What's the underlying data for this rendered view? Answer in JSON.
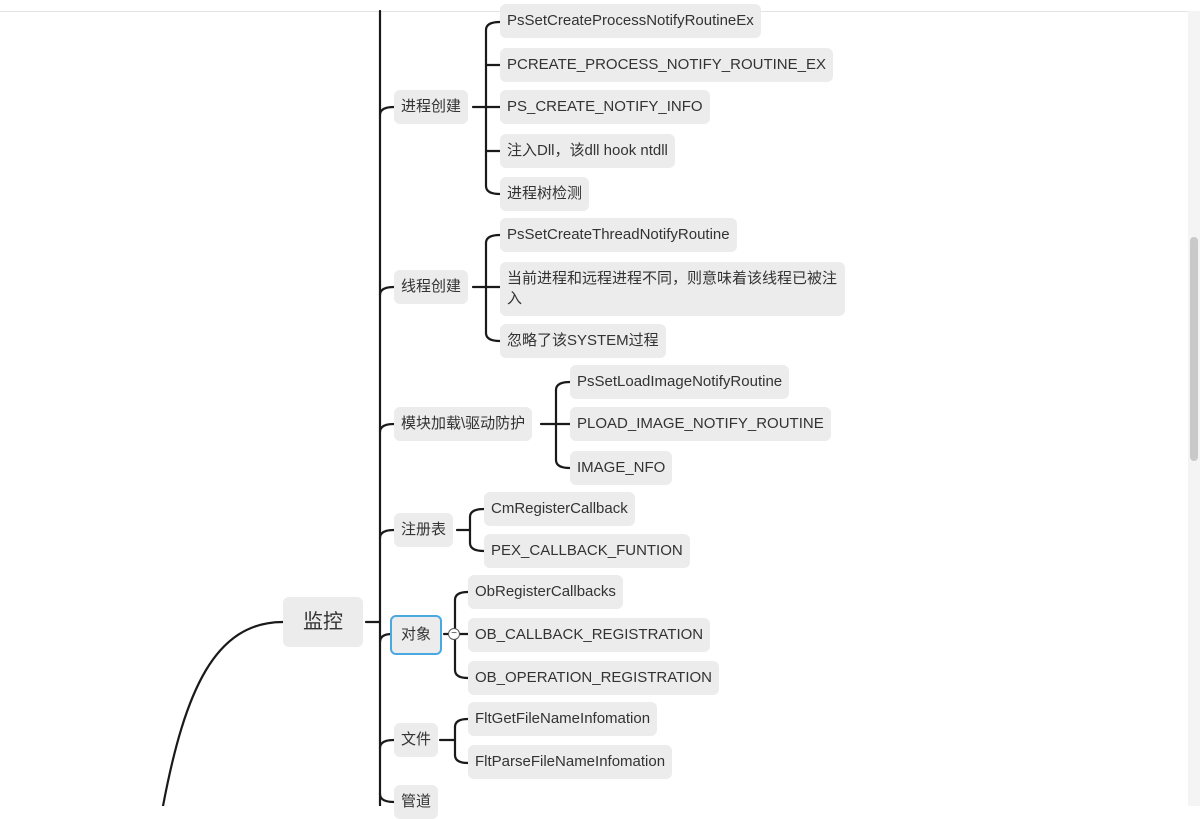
{
  "mindmap": {
    "root": "监控",
    "branches": [
      {
        "label": "进程创建",
        "children": [
          "PsSetCreateProcessNotifyRoutineEx",
          "PCREATE_PROCESS_NOTIFY_ROUTINE_EX",
          "PS_CREATE_NOTIFY_INFO",
          "注入Dll，该dll hook ntdll",
          "进程树检测"
        ]
      },
      {
        "label": "线程创建",
        "children": [
          "PsSetCreateThreadNotifyRoutine",
          "当前进程和远程进程不同，则意味着该线程已被注入",
          "忽略了该SYSTEM过程"
        ]
      },
      {
        "label": "模块加载\\驱动防护",
        "children": [
          "PsSetLoadImageNotifyRoutine",
          "PLOAD_IMAGE_NOTIFY_ROUTINE",
          "IMAGE_NFO"
        ]
      },
      {
        "label": "注册表",
        "children": [
          "CmRegisterCallback",
          "PEX_CALLBACK_FUNTION"
        ]
      },
      {
        "label": "对象",
        "children": [
          "ObRegisterCallbacks",
          "OB_CALLBACK_REGISTRATION",
          "OB_OPERATION_REGISTRATION"
        ]
      },
      {
        "label": "文件",
        "children": [
          "FltGetFileNameInfomation",
          "FltParseFileNameInfomation"
        ]
      },
      {
        "label": "管道",
        "children": []
      }
    ],
    "collapse_symbol": "−"
  }
}
